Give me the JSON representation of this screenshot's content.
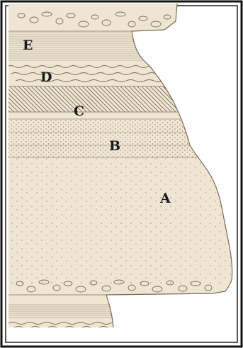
{
  "figure": {
    "kind": "stratigraphic-column",
    "background_color": "#eee6d2",
    "frame_color": "#111111",
    "ink_color": "#8a7a62",
    "layers": [
      {
        "label": "E",
        "pattern": "fine-horizontal-lines"
      },
      {
        "label": "D",
        "pattern": "wavy-lines"
      },
      {
        "label": "C",
        "pattern": "diagonal-hatch"
      },
      {
        "label": "B",
        "pattern": "dotted-sandstone"
      },
      {
        "label": "A",
        "pattern": "dotted-sandstone"
      }
    ],
    "extra_units": [
      "conglomerate-top",
      "conglomerate-base",
      "horizontal-lines-lower",
      "wavy-lines-lower"
    ]
  }
}
